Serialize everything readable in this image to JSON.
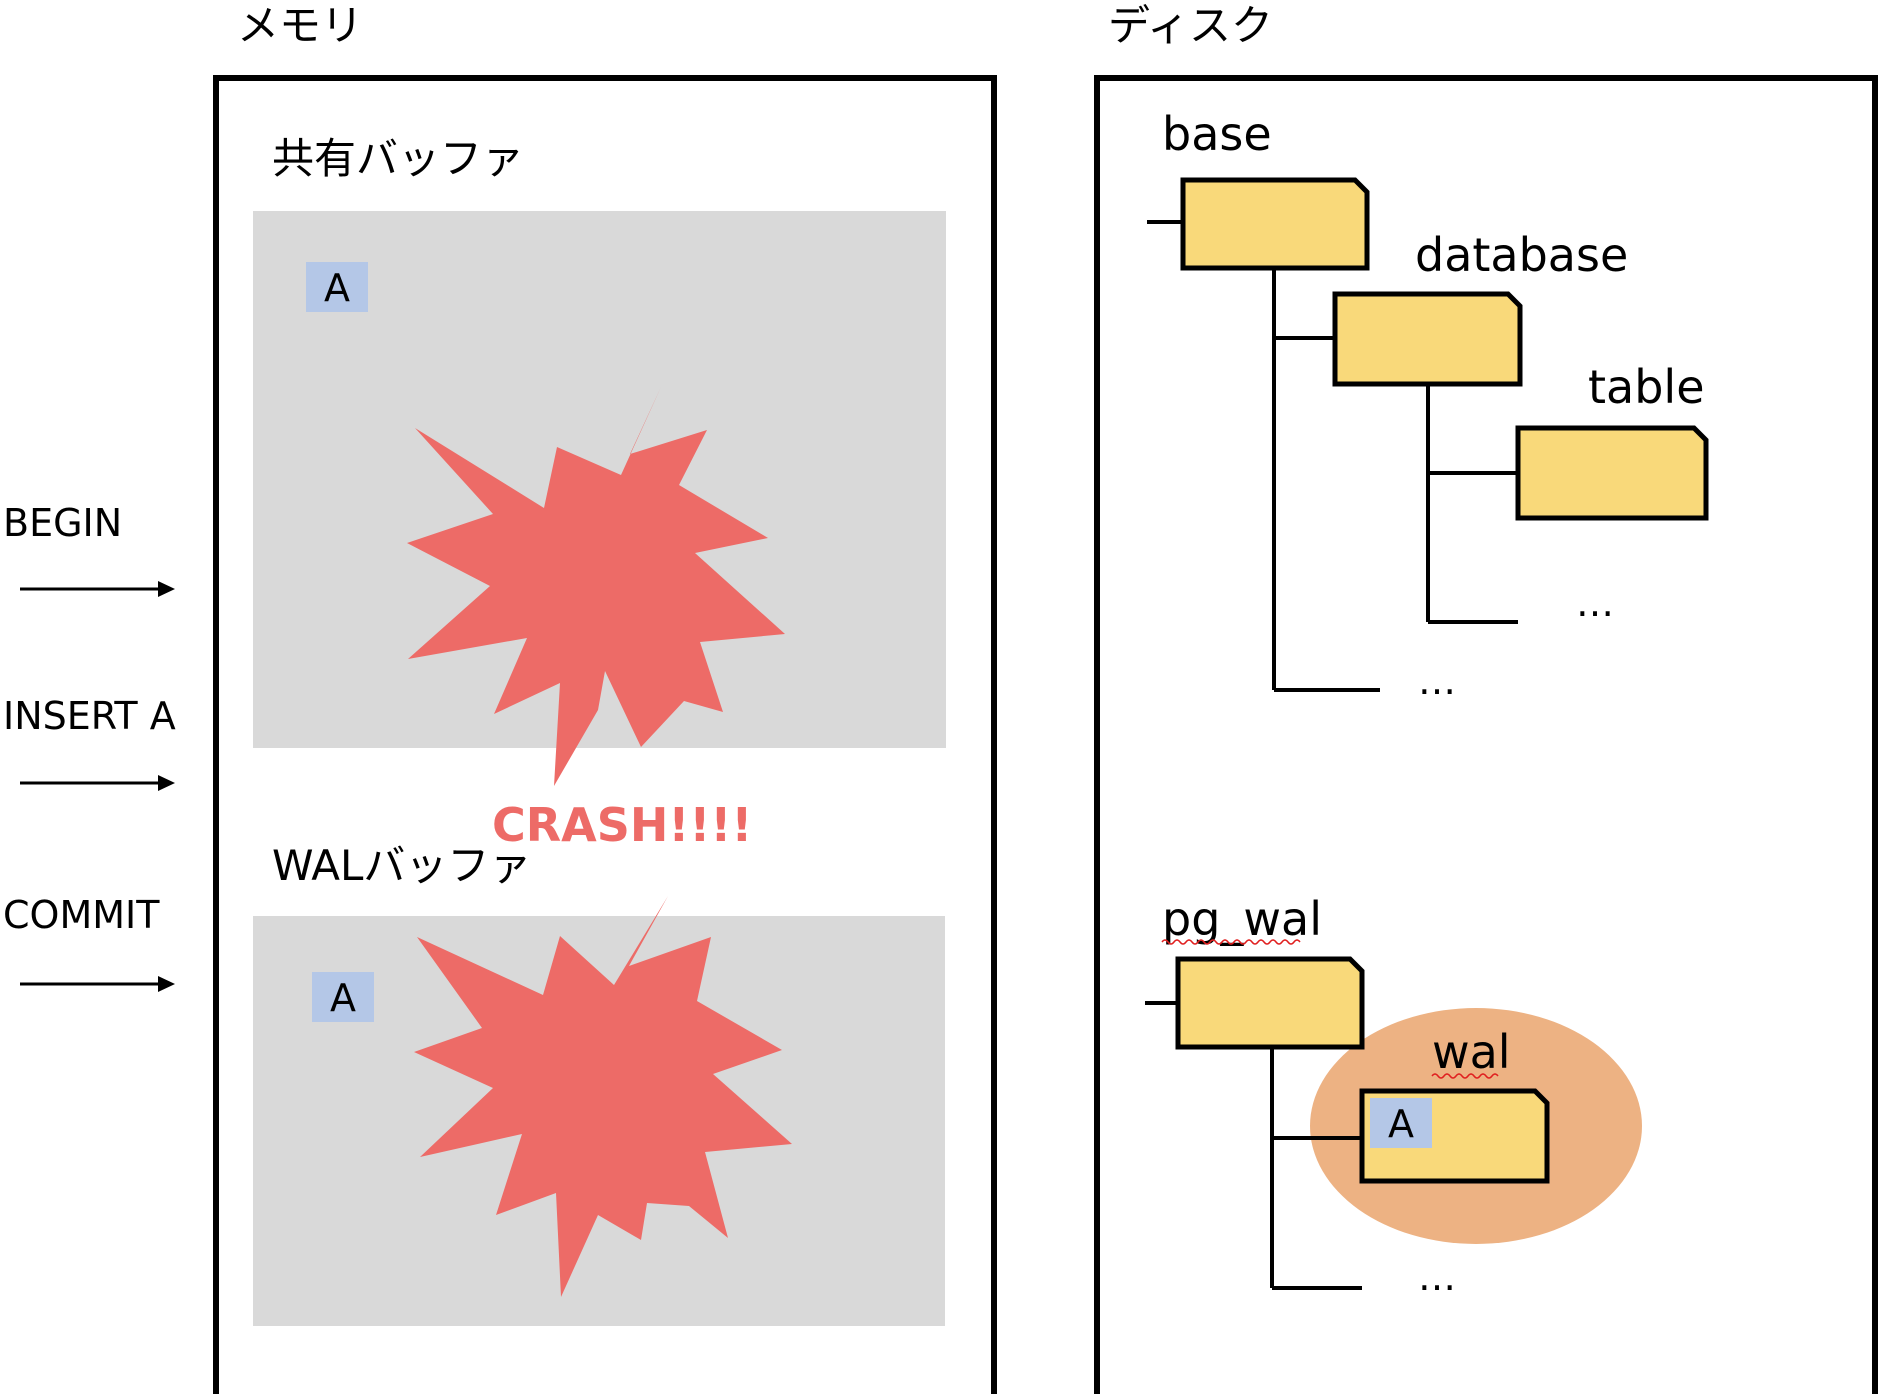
{
  "memory": {
    "title": "メモリ",
    "shared_buffer": {
      "label": "共有バッファ",
      "page_label": "A"
    },
    "wal_buffer": {
      "label": "WALバッファ",
      "page_label": "A"
    },
    "crash": {
      "text": "CRASH!!!!"
    }
  },
  "operations": [
    {
      "label": "BEGIN"
    },
    {
      "label": "INSERT A"
    },
    {
      "label": "COMMIT"
    }
  ],
  "disk": {
    "title": "ディスク",
    "base": {
      "label": "base",
      "child": {
        "label": "database",
        "child": {
          "label": "table"
        },
        "more": "…"
      },
      "more": "…"
    },
    "pg_wal": {
      "label": "pg_wal",
      "child": {
        "label": "wal",
        "page_label": "A"
      },
      "more": "…"
    }
  },
  "colors": {
    "buffer_fill": "#d9d9d9",
    "page_fill": "#b4c7e7",
    "folder_fill": "#f9d97a",
    "crash_fill": "#ed6b67",
    "highlight_fill": "#edb283",
    "spellcheck_underline": "#e02020"
  },
  "icons": {
    "folder": "folder-icon",
    "arrow": "arrow-right-icon",
    "crash": "explosion-icon"
  }
}
